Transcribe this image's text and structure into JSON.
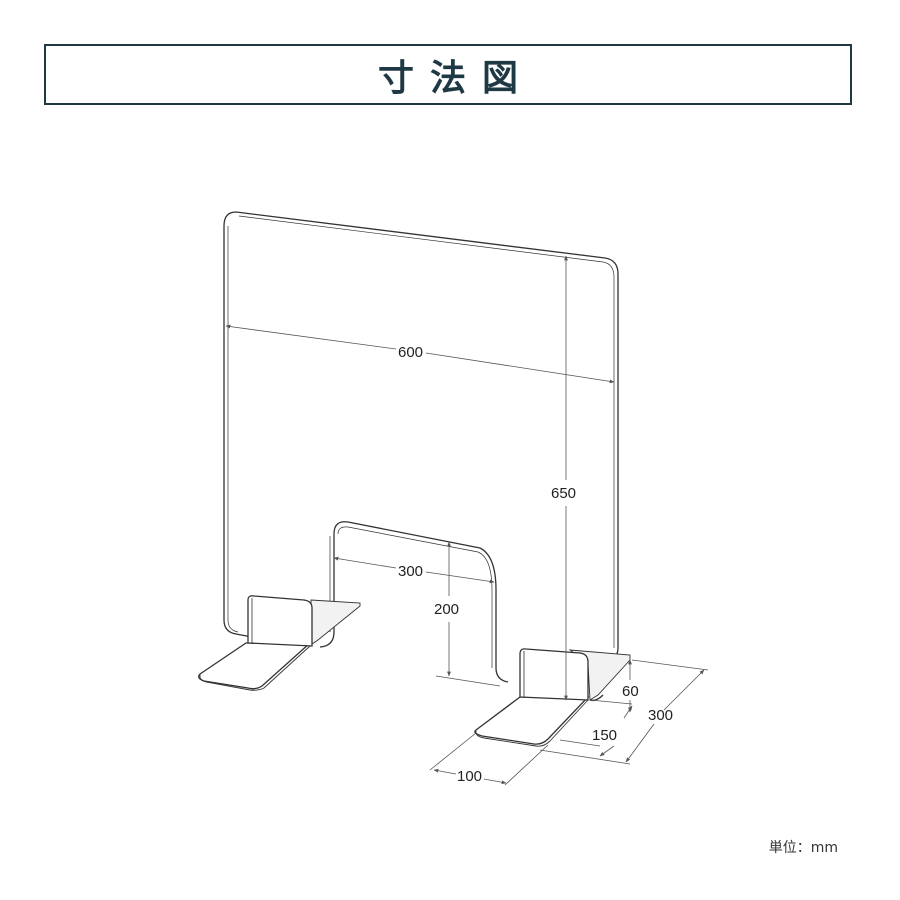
{
  "title": "寸法図",
  "unit_note": "単位：mm",
  "dimensions": {
    "panel_width": "600",
    "panel_height": "650",
    "cutout_width": "300",
    "cutout_height": "200",
    "foot_height": "60",
    "foot_depth_total": "300",
    "foot_depth_front": "150",
    "foot_width": "100"
  },
  "colors": {
    "title_border": "#1f3944",
    "title_text": "#1f3944",
    "line": "#333333",
    "dim_line": "#555555"
  }
}
